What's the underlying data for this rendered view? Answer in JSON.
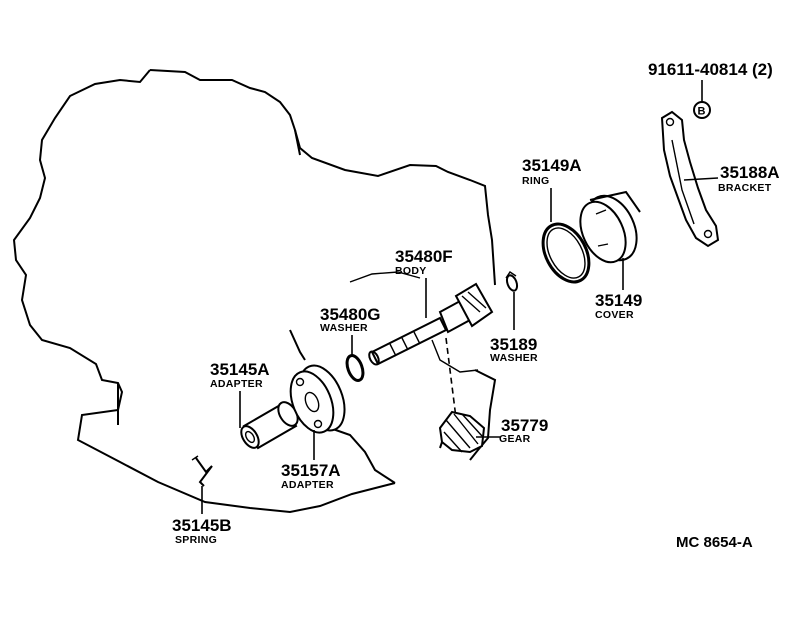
{
  "parts": {
    "bolt": {
      "number": "91611-40814 (2)",
      "callout": "B"
    },
    "bracket": {
      "number": "35188A",
      "name": "BRACKET"
    },
    "ring": {
      "number": "35149A",
      "name": "RING"
    },
    "cover": {
      "number": "35149",
      "name": "COVER"
    },
    "body": {
      "number": "35480F",
      "name": "BODY"
    },
    "washer_g": {
      "number": "35480G",
      "name": "WASHER"
    },
    "washer_189": {
      "number": "35189",
      "name": "WASHER"
    },
    "adapter_a": {
      "number": "35145A",
      "name": "ADAPTER"
    },
    "adapter_157": {
      "number": "35157A",
      "name": "ADAPTER"
    },
    "gear": {
      "number": "35779",
      "name": "GEAR"
    },
    "spring": {
      "number": "35145B",
      "name": "SPRING"
    }
  },
  "diagram_code": "MC 8654-A"
}
